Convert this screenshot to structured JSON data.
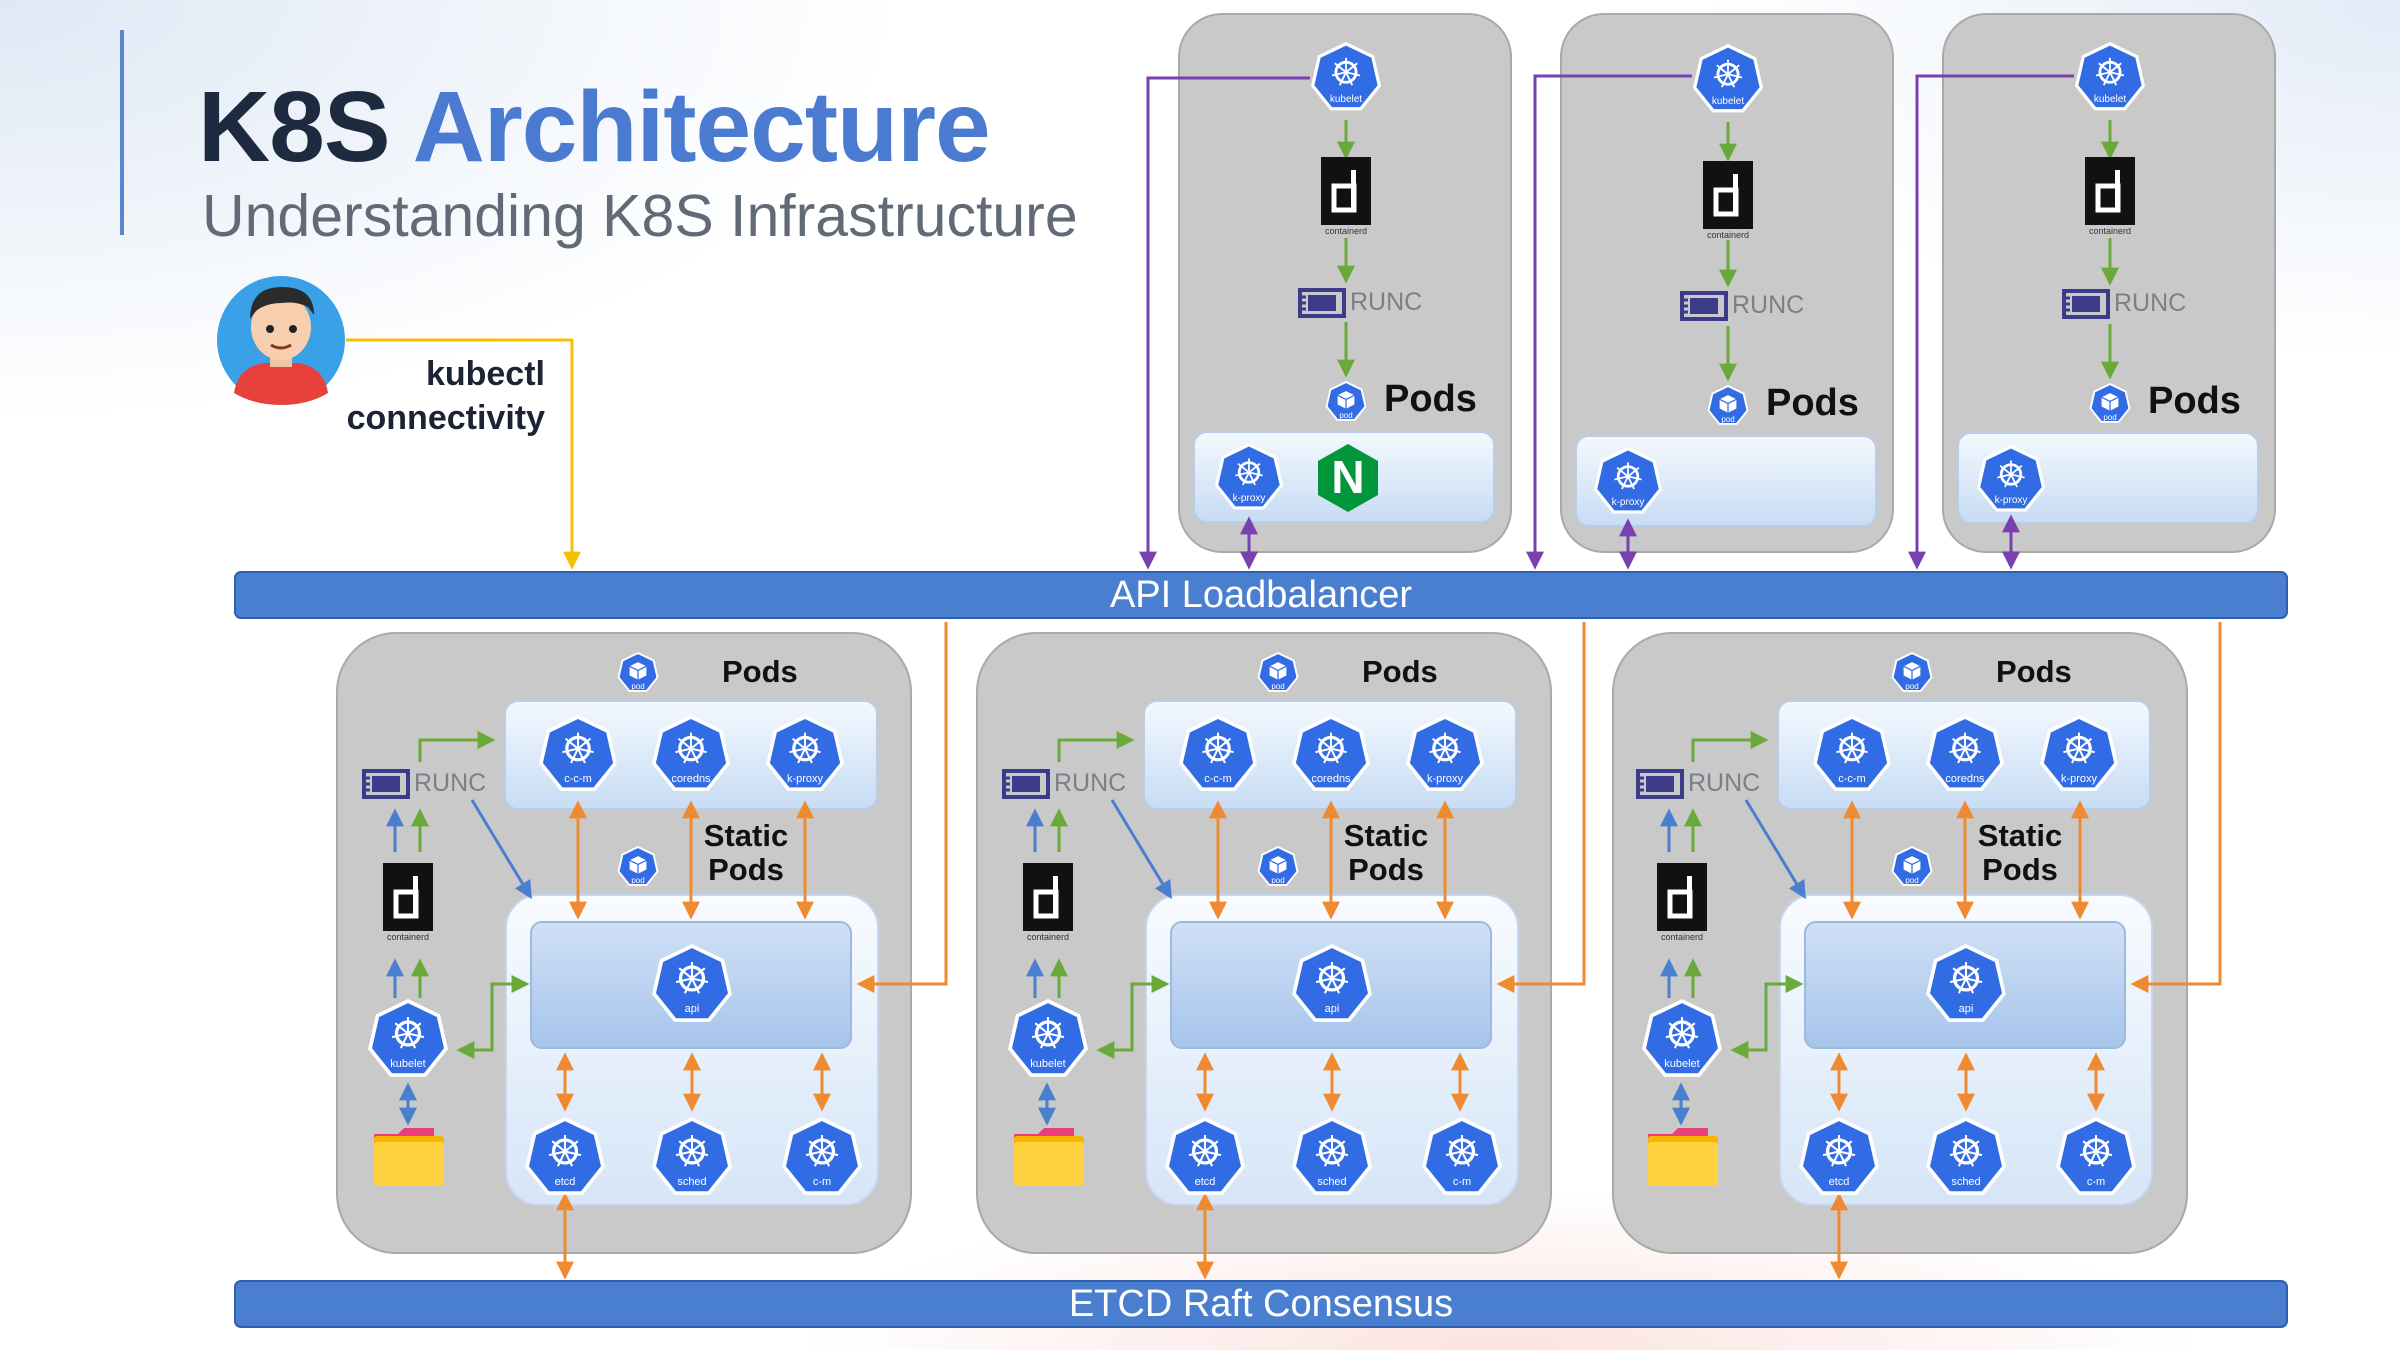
{
  "header": {
    "title_part1": "K8S",
    "title_part2": "Architecture",
    "subtitle": "Understanding K8S Infrastructure"
  },
  "user": {
    "label_line1": "kubectl",
    "label_line2": "connectivity"
  },
  "bars": {
    "api_lb": "API Loadbalancer",
    "etcd": "ETCD Raft Consensus"
  },
  "labels": {
    "pods": "Pods",
    "static_line1": "Static",
    "static_line2": "Pods",
    "runc": "RUNC",
    "containerd": "containerd"
  },
  "icons": {
    "kubelet": "kubelet",
    "kproxy": "k-proxy",
    "pod": "pod",
    "ccm": "c-c-m",
    "coredns": "coredns",
    "api": "api",
    "etcd": "etcd",
    "sched": "sched",
    "cm": "c-m",
    "nginx": "N"
  },
  "colors": {
    "k8s_blue": "#326ce5",
    "bar_blue": "#4a7fd0",
    "title_accent": "#4a7bd0",
    "arrow_green": "#6aaa3a",
    "arrow_purple": "#7a3fb0",
    "arrow_orange": "#f08a30",
    "arrow_blue": "#4a7fd0",
    "arrow_yellow": "#f5c000",
    "nginx_green": "#009639"
  }
}
